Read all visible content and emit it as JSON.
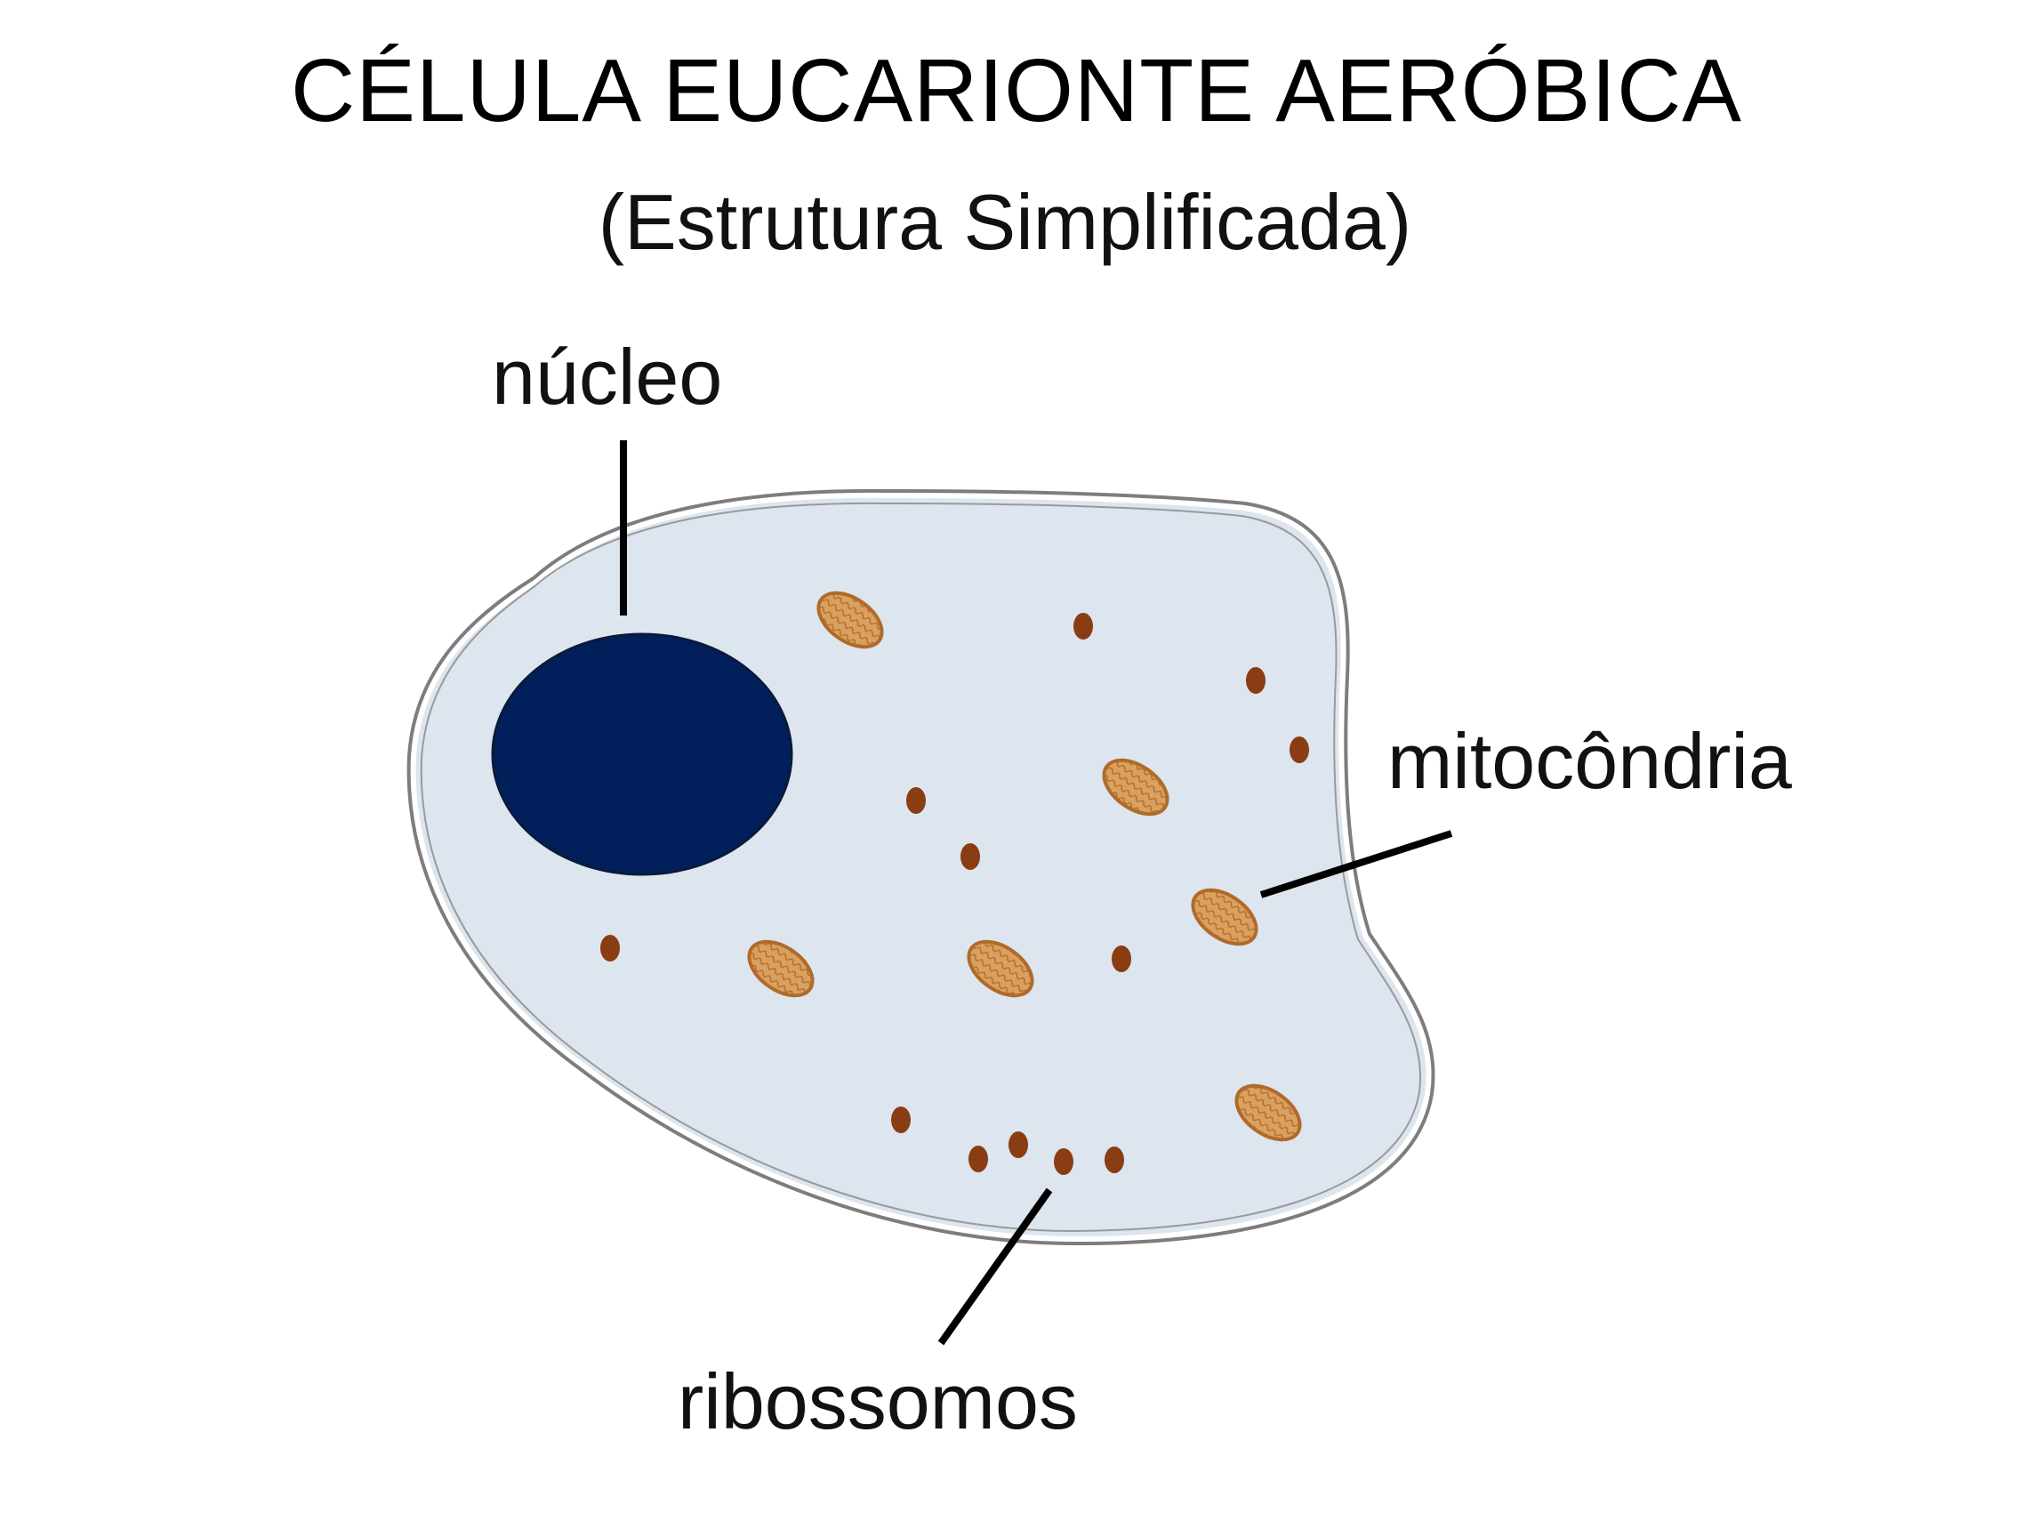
{
  "title": "CÉLULA EUCARIONTE AERÓBICA",
  "subtitle": "(Estrutura Simplificada)",
  "labels": {
    "nucleus": "núcleo",
    "mitochondria": "mitocôndria",
    "ribosomes": "ribossomos"
  },
  "colors": {
    "cytoplasm": "#dde5ef",
    "membrane": "#7d7d7d",
    "nucleus": "#001f5b",
    "mitochondrion": "#d9a060",
    "mitochondrion_stroke": "#b06a2a",
    "ribosome": "#8a3c12",
    "leader_line": "#000000"
  }
}
